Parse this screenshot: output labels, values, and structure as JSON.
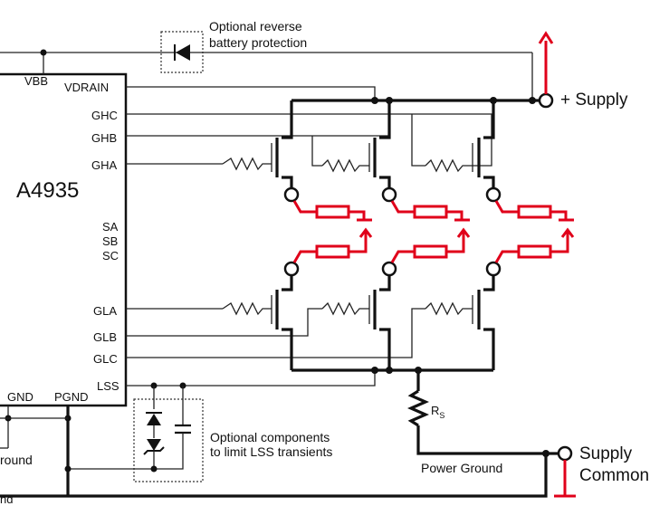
{
  "chip": {
    "name": "A4935"
  },
  "pins": {
    "vbb": "VBB",
    "vdrain": "VDRAIN",
    "ghc": "GHC",
    "ghb": "GHB",
    "gha": "GHA",
    "sa": "SA",
    "sb": "SB",
    "sc": "SC",
    "gla": "GLA",
    "glb": "GLB",
    "glc": "GLC",
    "lss": "LSS",
    "gnd": "GND",
    "pgnd": "PGND"
  },
  "notes": {
    "reverse_protection_1": "Optional reverse",
    "reverse_protection_2": "battery protection",
    "lss_components_1": "Optional components",
    "lss_components_2": "to limit LSS transients"
  },
  "labels": {
    "supply": "+ Supply",
    "supply_common_1": "Supply",
    "supply_common_2": "Common",
    "rs": "R",
    "rs_sub": "S",
    "power_ground": "Power Ground",
    "ground_cut": "round",
    "ground_cut2": "nd"
  },
  "colors": {
    "load": "#e0001a",
    "wire": "#111111"
  }
}
